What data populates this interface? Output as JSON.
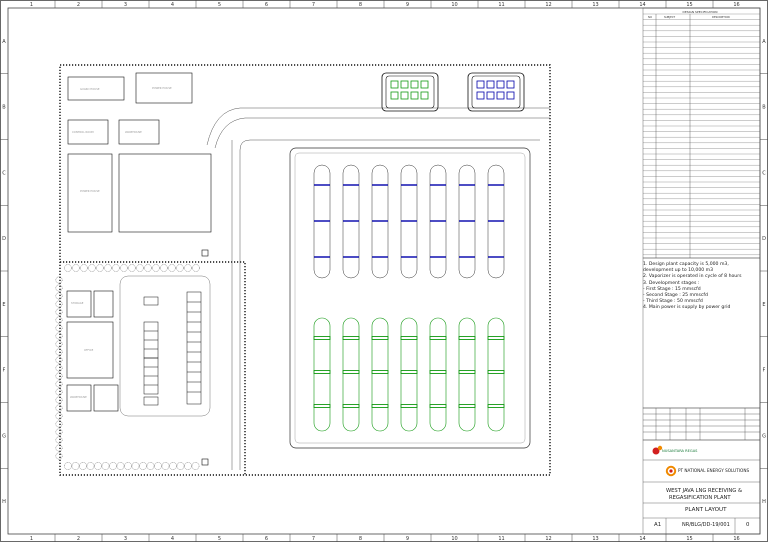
{
  "frame": {
    "columns": [
      "1",
      "2",
      "3",
      "4",
      "5",
      "6",
      "7",
      "8",
      "9",
      "10",
      "11",
      "12",
      "13",
      "14",
      "15",
      "16"
    ],
    "rows": [
      "A",
      "B",
      "C",
      "D",
      "E",
      "F",
      "G",
      "H"
    ]
  },
  "spec": {
    "title": "DESIGN SPECIFICATION",
    "headers": [
      "NO",
      "SUBJECT",
      "DESCRIPTION"
    ]
  },
  "plan": {
    "labels": {
      "guard_house": "GUARD HOUSE",
      "power_house": "POWER HOUSE",
      "storage": "STORAGE",
      "warehouse": "WAREHOUSE",
      "control_room": "CONTROL ROOM",
      "office": "OFFICE"
    }
  },
  "notes": [
    "1.   Design plant capacity is 5,000 m3,",
    "     development up to 10,000 m3",
    "2.   Vaporizer is operated in cycle of 8 hours",
    "3.   Development stages :",
    "     - First Stage        : 15 mmscfd",
    "     - Second Stage    : 25 mmscfd",
    "     - Third Stage       : 50 mmscfd",
    "4.   Main power is supply by power grid"
  ],
  "title_block": {
    "owner_name": "NUSANTARA REGAS",
    "contractor_name": "PT NATIONAL ENERGY SOLUTIONS",
    "project_line1": "WEST JAVA LNG RECEIVING &",
    "project_line2": "REGASIFICATION PLANT",
    "drawing_title": "PLANT LAYOUT",
    "size": "A1",
    "drawing_no": "NR/BLG/DD-19/001",
    "sheet": "0"
  },
  "colors": {
    "storage_tank": "#0000aa",
    "vaporizer": "#119911",
    "brand_orange": "#f08a00",
    "brand_red": "#d21f1f"
  }
}
